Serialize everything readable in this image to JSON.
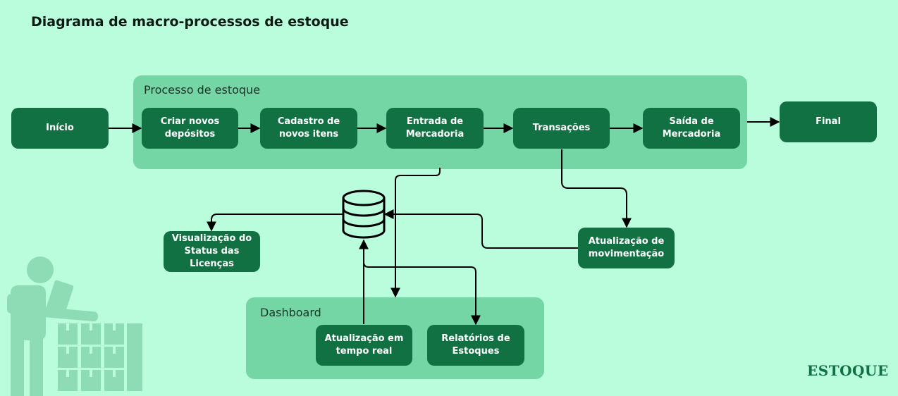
{
  "title": "Diagrama de macro-processos de estoque",
  "groups": {
    "process": "Processo de estoque",
    "dashboard": "Dashboard"
  },
  "nodes": {
    "inicio": "Início",
    "criar": "Criar novos depósitos",
    "cadastro": "Cadastro de novos itens",
    "entrada": "Entrada de Mercadoria",
    "transacoes": "Transações",
    "saida": "Saída de Mercadoria",
    "final": "Final",
    "visualizacao": "Visualização do Status das Licenças",
    "movimentacao": "Atualização de movimentação",
    "tempo_real": "Atualização em tempo real",
    "relatorios": "Relatórios de Estoques"
  },
  "brand": "ESTOQUE",
  "colors": {
    "background": "#b9fddd",
    "group": "#74d6a5",
    "node": "#127143",
    "illustration": "#8edcb5"
  },
  "icons": [
    "database-icon",
    "worker-with-boxes-illustration"
  ]
}
